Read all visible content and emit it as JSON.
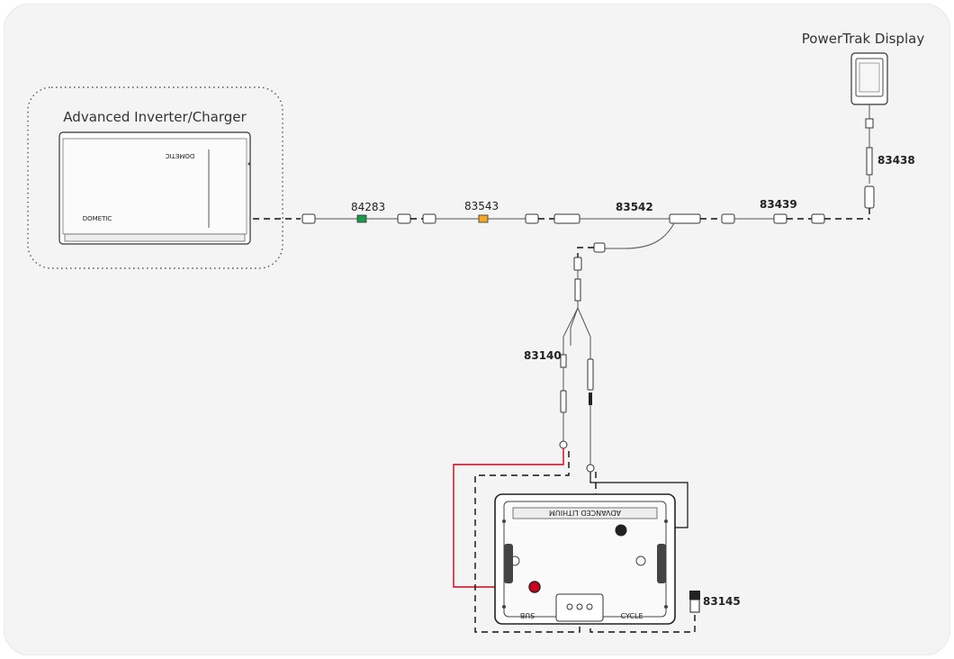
{
  "labels": {
    "powertrak": "PowerTrak Display",
    "inverter": "Advanced Inverter/Charger",
    "inverter_brand_top": "DOMETIC",
    "inverter_brand_bottom": "DOMETIC",
    "battery_top": "ADVANCED LITHIUM",
    "battery_left": "SUB",
    "battery_right": "CYCLE"
  },
  "parts": {
    "p84283": "84283",
    "p83543": "83543",
    "p83542": "83542",
    "p83439": "83439",
    "p83438": "83438",
    "p83140": "83140",
    "p83145": "83145"
  },
  "colors": {
    "background": "#f4f4f4",
    "positive_cable": "#d0021b",
    "green_tag": "#1a9a4a",
    "orange_tag": "#f5a623",
    "dash": "#111111"
  }
}
